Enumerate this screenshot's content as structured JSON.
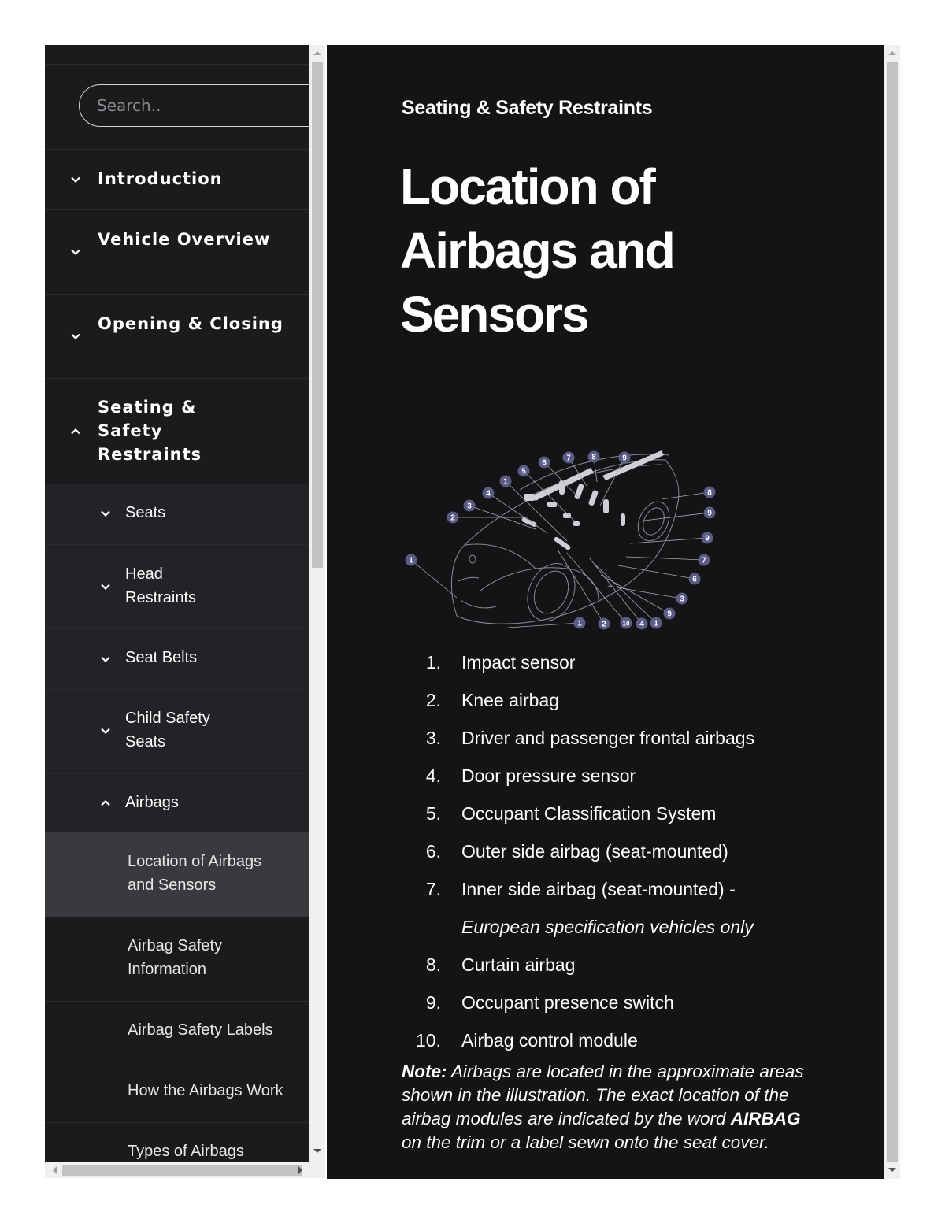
{
  "search": {
    "placeholder": "Search.."
  },
  "sidebar": {
    "items": [
      {
        "label": "Introduction",
        "expanded": false
      },
      {
        "label": "Vehicle Overview",
        "expanded": false
      },
      {
        "label": "Opening & Closing",
        "expanded": false
      },
      {
        "label": "Seating & Safety Restraints",
        "expanded": true
      },
      {
        "label": "Seats",
        "expanded": false
      },
      {
        "label": "Head Restraints",
        "expanded": false
      },
      {
        "label": "Seat Belts",
        "expanded": false
      },
      {
        "label": "Child Safety Seats",
        "expanded": false
      },
      {
        "label": "Airbags",
        "expanded": true
      },
      {
        "label": "Location of Airbags and Sensors",
        "active": true
      },
      {
        "label": "Airbag Safety Information"
      },
      {
        "label": "Airbag Safety Labels"
      },
      {
        "label": "How the Airbags Work"
      },
      {
        "label": "Types of Airbags"
      }
    ]
  },
  "main": {
    "section": "Seating & Safety Restraints",
    "title": "Location of Airbags and Sensors",
    "callouts": [
      "1",
      "2",
      "3",
      "4",
      "1",
      "5",
      "6",
      "7",
      "8",
      "9",
      "8",
      "9",
      "9",
      "7",
      "6",
      "3",
      "9",
      "1",
      "4",
      "10",
      "2",
      "1"
    ],
    "list": [
      {
        "num": "1.",
        "text": "Impact sensor"
      },
      {
        "num": "2.",
        "text": "Knee airbag"
      },
      {
        "num": "3.",
        "text": "Driver and passenger frontal airbags"
      },
      {
        "num": "4.",
        "text": "Door pressure sensor"
      },
      {
        "num": "5.",
        "text": "Occupant Classification System"
      },
      {
        "num": "6.",
        "text": "Outer side airbag (seat-mounted)"
      },
      {
        "num": "7.",
        "text": "Inner side airbag (seat-mounted) -"
      },
      {
        "num": "",
        "text": "European specification vehicles only"
      },
      {
        "num": "8.",
        "text": "Curtain airbag"
      },
      {
        "num": "9.",
        "text": "Occupant presence switch"
      },
      {
        "num": "10.",
        "text": "Airbag control module"
      }
    ],
    "note": {
      "label": "Note:",
      "text1": " Airbags are located in the approximate areas shown in the illustration. The exact location of the airbag modules are indicated by the word ",
      "emphasis": "AIRBAG",
      "text2": " on the trim or a label sewn onto the seat cover."
    }
  },
  "colors": {
    "sidebar_bg": "#1b1b1e",
    "main_bg": "#141417",
    "callout": "#5b5b86",
    "active_item": "#3a3a3e"
  }
}
